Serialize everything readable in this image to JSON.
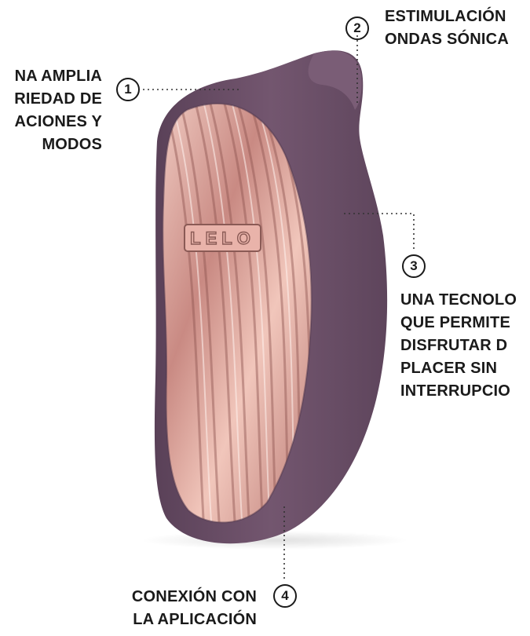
{
  "features": [
    {
      "number": "1",
      "text": "NA AMPLIA\nRIEDAD DE\nACIONES Y\nMODOS"
    },
    {
      "number": "2",
      "text": "ESTIMULACIÓN\nONDAS SÓNICA"
    },
    {
      "number": "3",
      "text": "UNA TECNOLO\nQUE PERMITE\nDISFRUTAR D\nPLACER SIN\nINTERRUPCIO"
    },
    {
      "number": "4",
      "text": "CONEXIÓN CON\nLA APLICACIÓN"
    }
  ],
  "product": {
    "logo_text": "LELO",
    "body_color": "#6b4f69",
    "face_color": "#e2a89f"
  }
}
